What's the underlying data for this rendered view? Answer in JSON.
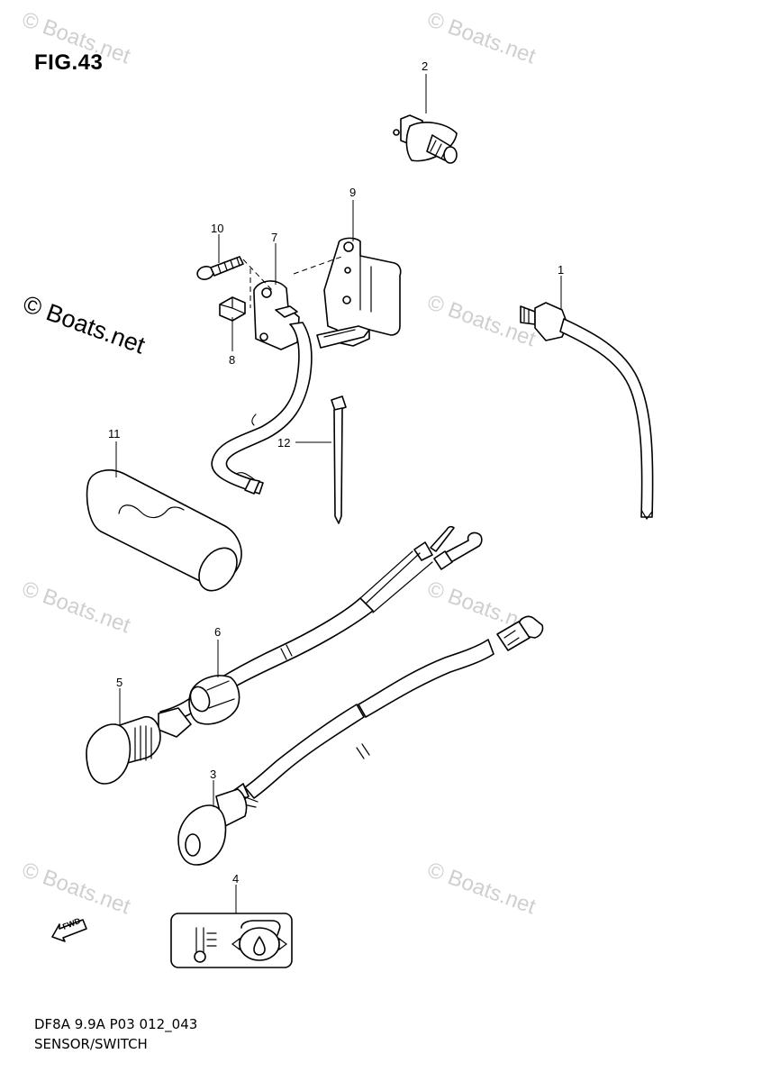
{
  "figure": {
    "title": "FIG.43",
    "code": "DF8A 9.9A P03 012_043",
    "name": "SENSOR/SWITCH",
    "fwd_label": "FWD"
  },
  "watermark": {
    "text": "© Boats.net"
  },
  "callouts": [
    "1",
    "2",
    "3",
    "4",
    "5",
    "6",
    "7",
    "8",
    "9",
    "10",
    "11",
    "12"
  ]
}
